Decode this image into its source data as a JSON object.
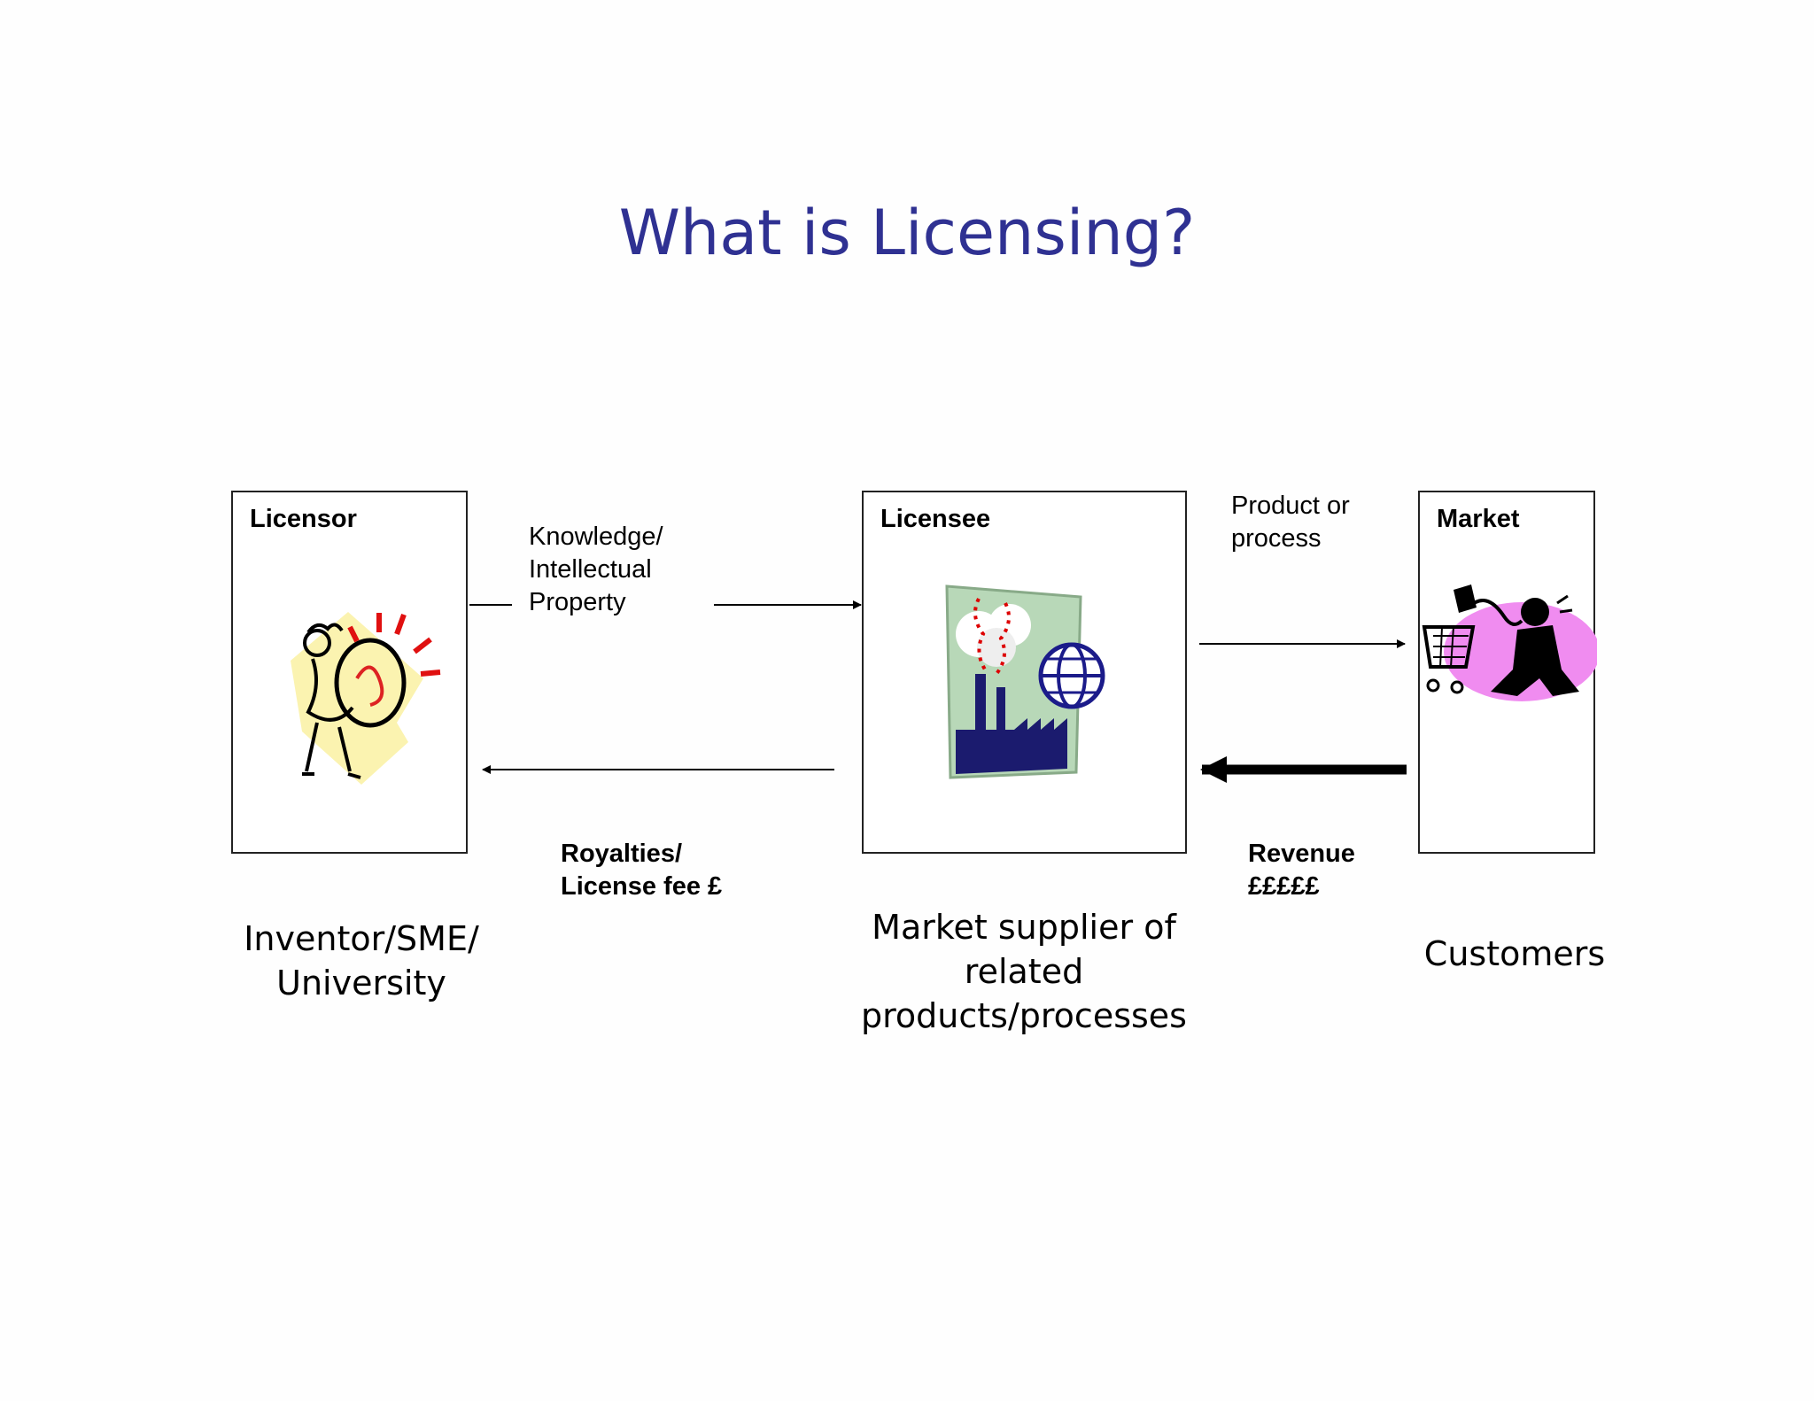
{
  "title": "What is Licensing?",
  "boxes": {
    "licensor": {
      "label": "Licensor",
      "icon": "lightbulb-inventor-icon"
    },
    "licensee": {
      "label": "Licensee",
      "icon": "factory-globe-icon"
    },
    "market": {
      "label": "Market",
      "icon": "shopping-cart-customer-icon"
    }
  },
  "flows": {
    "knowledge": "Knowledge/\nIntellectual\nProperty",
    "product": "Product or\nprocess",
    "royalties": "Royalties/\nLicense fee £",
    "revenue": "Revenue\n£££££"
  },
  "captions": {
    "licensor": "Inventor/SME/\nUniversity",
    "licensee": "Market supplier of\nrelated\nproducts/processes",
    "market": "Customers"
  }
}
